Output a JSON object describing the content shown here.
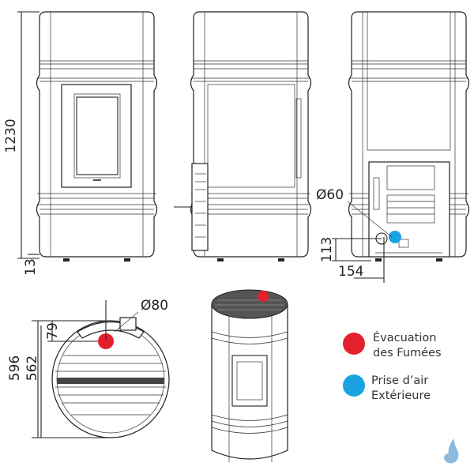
{
  "dimensions": {
    "height_total": "1230",
    "foot_height": "13",
    "outlet_diameter_back": "Ø60",
    "outlet_height": "113",
    "outlet_offset": "154",
    "flue_diameter_top": "Ø80",
    "flue_offset": "79",
    "depth_total": "596",
    "depth_body": "562"
  },
  "legend": {
    "items": [
      {
        "line1": "Évacuation",
        "line2": "des Fumées",
        "color": "#e5202e"
      },
      {
        "line1": "Prise d’air",
        "line2": "Extérieure",
        "color": "#1aa3e0"
      }
    ]
  },
  "colors": {
    "logo": "#8db9dc"
  }
}
